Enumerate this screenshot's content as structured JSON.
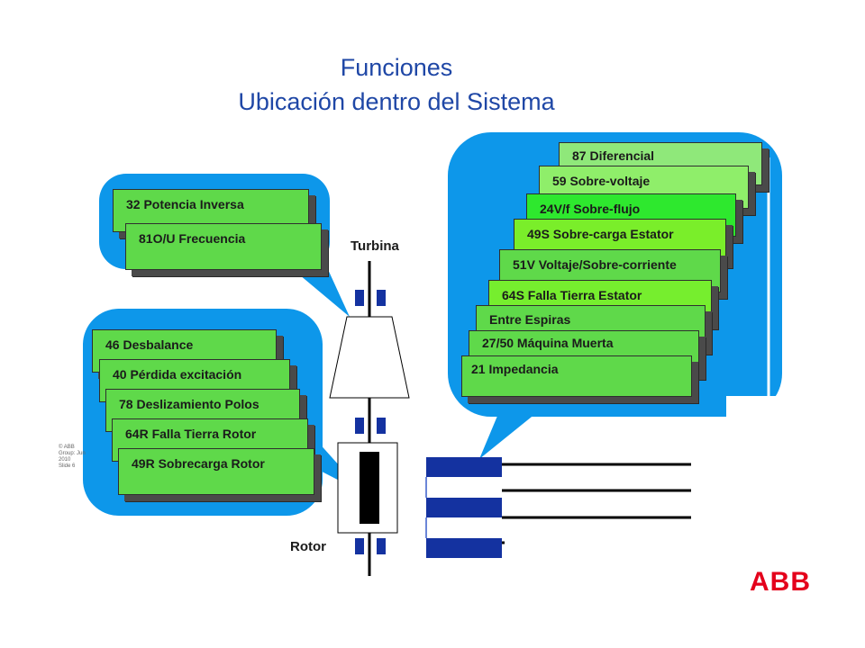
{
  "title": "Funciones",
  "subtitle": "Ubicación dentro del Sistema",
  "group_top_left": [
    "32 Potencia Inversa",
    "81O/U Frecuencia"
  ],
  "group_bottom_left": [
    "46 Desbalance",
    "40 Pérdida excitación",
    "78 Deslizamiento Polos",
    "64R Falla Tierra Rotor",
    "49R Sobrecarga Rotor"
  ],
  "group_right": [
    "87 Diferencial",
    "59 Sobre-voltaje",
    "24V/f Sobre-flujo",
    "49S Sobre-carga Estator",
    "51V Voltaje/Sobre-corriente",
    "64S Falla Tierra Estator",
    "Entre Espiras",
    "27/50 Máquina Muerta",
    "21 Impedancia"
  ],
  "labels": {
    "turbine": "Turbina",
    "rotor": "Rotor"
  },
  "footer": [
    "© ABB",
    "Group: Jun",
    "2010",
    "Slide 6"
  ],
  "logo": "ABB",
  "colors": {
    "callout": "#0d97ea",
    "box_green": "#5fd94a",
    "title_blue": "#1f47a6",
    "bus_blue": "#1432a0",
    "logo_red": "#e4001b"
  }
}
